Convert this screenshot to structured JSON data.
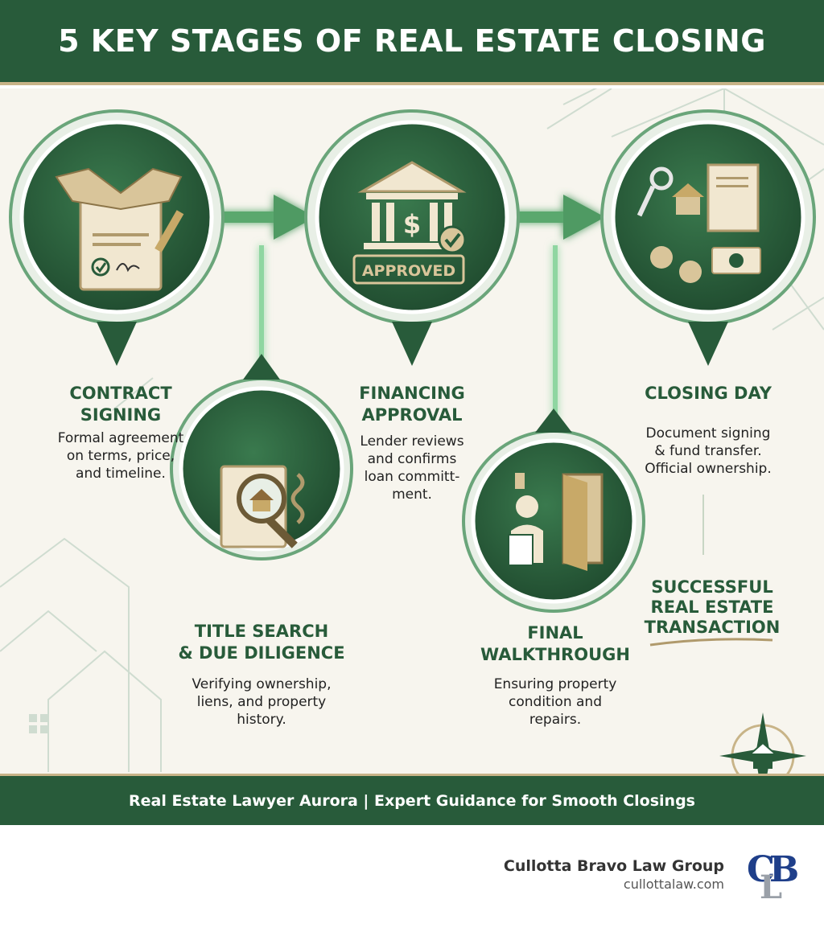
{
  "header": {
    "title": "5 KEY STAGES OF REAL ESTATE CLOSING"
  },
  "stages": [
    {
      "title_lines": [
        "CONTRACT",
        "SIGNING"
      ],
      "desc_lines": [
        "Formal agreement",
        "on terms, price,",
        "and timeline."
      ],
      "icon": "handshake-contract-icon"
    },
    {
      "title_lines": [
        "TITLE SEARCH",
        "& DUE DILIGENCE"
      ],
      "desc_lines": [
        "Verifying ownership,",
        "liens, and property",
        "history."
      ],
      "icon": "magnifier-deed-icon"
    },
    {
      "title_lines": [
        "FINANCING",
        "APPROVAL"
      ],
      "desc_lines": [
        "Lender reviews",
        "and confirms",
        "loan committ-",
        "ment."
      ],
      "icon": "bank-approved-icon",
      "stamp_text": "APPROVED",
      "bank_symbol": "$"
    },
    {
      "title_lines": [
        "FINAL",
        "WALKTHROUGH"
      ],
      "desc_lines": [
        "Ensuring property",
        "condition and",
        "repairs."
      ],
      "icon": "walkthrough-door-icon"
    },
    {
      "title_lines": [
        "CLOSING DAY"
      ],
      "desc_lines": [
        "Document signing",
        "& fund transfer.",
        "Official ownership."
      ],
      "icon": "keys-documents-money-icon"
    }
  ],
  "success": {
    "lines": [
      "SUCCESSFUL",
      "REAL ESTATE",
      "TRANSACTION"
    ]
  },
  "footer": {
    "tagline": "Real Estate Lawyer Aurora | Expert Guidance for Smooth Closings"
  },
  "brand": {
    "name": "Cullotta Bravo Law Group",
    "url": "cullottalaw.com",
    "logo_letters": [
      "C",
      "L",
      "B"
    ]
  },
  "colors": {
    "primary_green": "#285b3a",
    "gold": "#c8b488",
    "cream": "#f7f5ee",
    "glow": "#7ed39a"
  }
}
